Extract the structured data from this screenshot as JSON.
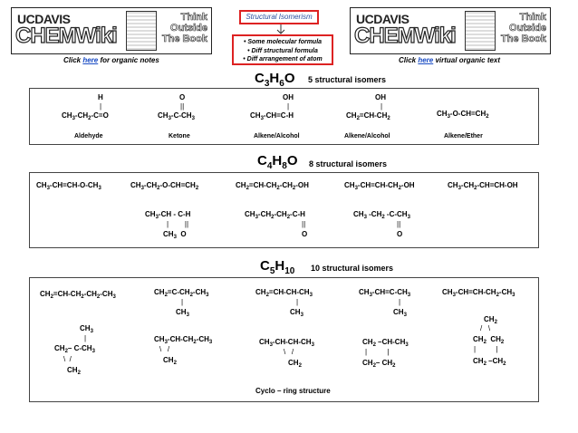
{
  "banners": {
    "left": {
      "brand": "UCDAVIS",
      "wiki": "CHEMWiki",
      "tagline": "Think Outside The Book",
      "caption_pre": "Click ",
      "caption_link": "here",
      "caption_post": " for organic notes"
    },
    "right": {
      "brand": "UCDAVIS",
      "wiki": "CHEMWiki",
      "tagline": "Think Outside The Book",
      "caption_pre": "Click ",
      "caption_link": "here",
      "caption_post": " virtual organic text"
    }
  },
  "note": {
    "title": "Structural Isomerism",
    "points": [
      "• Some molecular formula",
      "• Diff structural formula",
      "• Diff arrangement of atom"
    ]
  },
  "sections": {
    "c3h6o": {
      "formula": {
        "main": "C",
        "n1": "3",
        "h": "H",
        "n2": "6",
        "tail": "O"
      },
      "count": "5 structural isomers",
      "isomers": [
        {
          "top": "H",
          "bond": "|",
          "main": "CH3-CH2-C=O",
          "label": "Aldehyde"
        },
        {
          "top": "O",
          "bond": "||",
          "main": "CH3-C-CH3",
          "label": "Ketone"
        },
        {
          "top": "OH",
          "bond": "|",
          "main": "CH3-CH=C-H",
          "label": "Alkene/Alcohol"
        },
        {
          "top": "OH",
          "bond": "|",
          "main": "CH2=CH-CH2",
          "label": "Alkene/Alcohol"
        },
        {
          "top": "",
          "bond": "",
          "main": "CH3-O-CH=CH2",
          "label": "Alkene/Ether"
        }
      ]
    },
    "c4h8o": {
      "formula": {
        "main": "C",
        "n1": "4",
        "h": "H",
        "n2": "8",
        "tail": "O"
      },
      "count": "8 structural isomers",
      "row1": [
        "CH3-CH=CH-O-CH3",
        "CH3-CH2-O-CH=CH2",
        "CH2=CH-CH2-CH2-OH",
        "CH3-CH=CH-CH2-OH",
        "CH3-CH2-CH=CH-OH"
      ],
      "row2": [
        {
          "main": "CH3-CH - C-H",
          "bonds": "|        ||",
          "bottom": "CH3  O"
        },
        {
          "main": "CH3-CH2-CH2-C-H",
          "bonds": "||",
          "bottom": "O"
        },
        {
          "main": "CH3 -CH2 -C-CH3",
          "bonds": "||",
          "bottom": "O"
        }
      ]
    },
    "c5h10": {
      "formula": {
        "main": "C",
        "n1": "5",
        "h": "H",
        "n2": "10",
        "tail": ""
      },
      "count": "10 structural isomers",
      "row1": [
        {
          "main": "CH2=CH-CH2-CH2-CH3",
          "bottom": ""
        },
        {
          "main": "CH2=C-CH2-CH3",
          "bottom": "CH3"
        },
        {
          "main": "CH2=CH-CH-CH3",
          "bottom": "CH3"
        },
        {
          "main": "CH3-CH=C-CH3",
          "bottom": "CH3"
        },
        {
          "main": "CH3-CH=CH-CH2-CH3",
          "bottom": ""
        }
      ],
      "rings": [
        {
          "top": "CH3",
          "mid": "CH2– C-CH3",
          "bottom": "CH2"
        },
        {
          "main": "CH3-CH-CH2-CH3",
          "bottom": "CH2"
        },
        {
          "main": "CH3-CH-CH-CH3",
          "bottom": "CH2"
        },
        {
          "main": "CH2 –CH-CH3",
          "bottom": "CH2– CH2"
        },
        {
          "top": "CH2",
          "mid": "CH2  CH2",
          "bottom": "CH2 –CH2"
        }
      ],
      "bracket_label": "Cyclo – ring structure"
    }
  }
}
